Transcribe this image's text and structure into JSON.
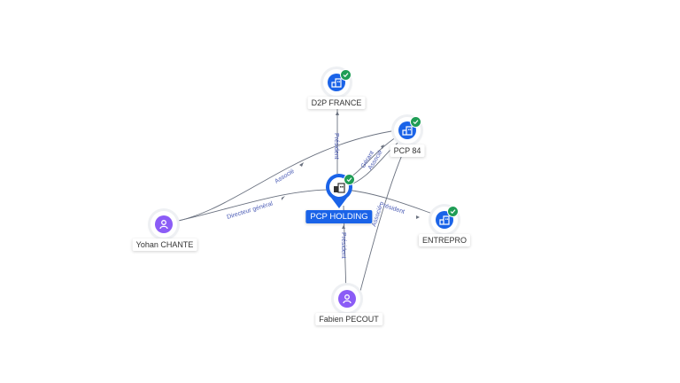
{
  "nodes": {
    "pcp_holding": {
      "label": "PCP HOLDING",
      "kind": "company",
      "main": true
    },
    "d2p_france": {
      "label": "D2P FRANCE",
      "kind": "company"
    },
    "pcp_84": {
      "label": "PCP 84",
      "kind": "company"
    },
    "entrepro": {
      "label": "ENTREPRO",
      "kind": "company"
    },
    "yohan": {
      "label": "Yohan CHANTE",
      "kind": "person"
    },
    "fabien": {
      "label": "Fabien PECOUT",
      "kind": "person"
    }
  },
  "edges": {
    "holding_d2p": "Président",
    "yohan_pcp84": "Associé",
    "yohan_holding": "Directeur général",
    "holding_pcp84_gerant": "Gérant",
    "holding_pcp84_associe": "Associé",
    "holding_entrepro": "Président",
    "fabien_holding": "Président",
    "fabien_pcp84": "Associé"
  },
  "colors": {
    "company": "#1a63e8",
    "person": "#8b5cf6",
    "verified": "#1f9d55",
    "edge": "#6b7280",
    "edge_label": "#4a5bb5"
  },
  "icons": {
    "company": "building-icon",
    "person": "user-icon",
    "verified": "check-icon"
  }
}
